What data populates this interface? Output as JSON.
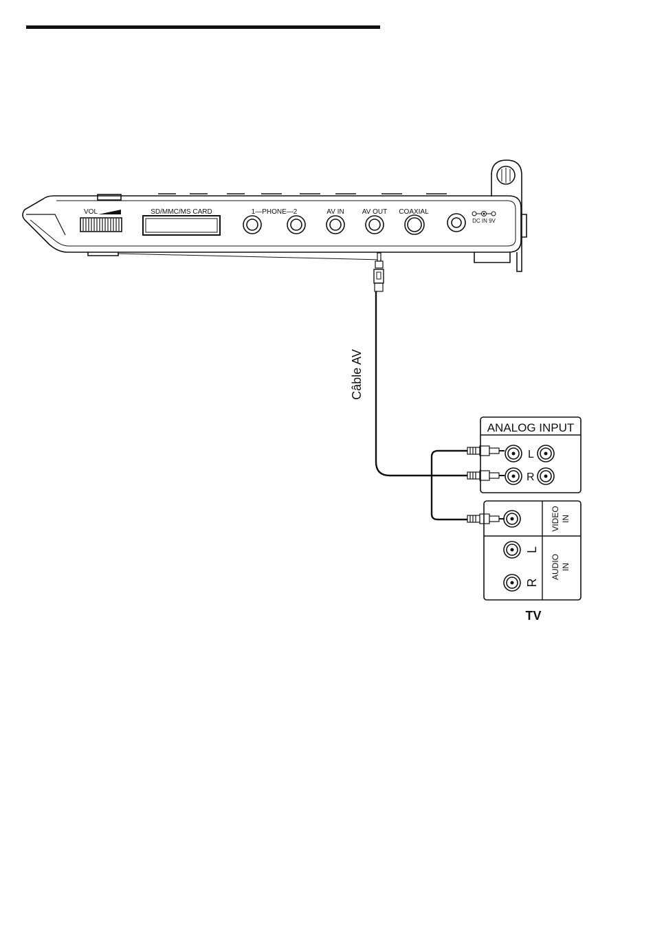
{
  "device": {
    "vol_label": "VOL",
    "card_label": "SD/MMC/MS CARD",
    "phone_label": "1—PHONE—2",
    "av_in_label": "AV IN",
    "av_out_label": "AV OUT",
    "coaxial_label": "COAXIAL",
    "dc_label": "DC IN 9V"
  },
  "cable": {
    "label": "Câble AV"
  },
  "analog_input": {
    "title": "ANALOG INPUT",
    "left_label": "L",
    "right_label": "R"
  },
  "tv": {
    "video_label_1": "VIDEO",
    "video_label_2": "IN",
    "audio_label_1": "AUDIO",
    "audio_label_2": "IN",
    "left_label": "L",
    "right_label": "R",
    "title": "TV"
  },
  "colors": {
    "ink": "#111111",
    "background": "#ffffff"
  }
}
